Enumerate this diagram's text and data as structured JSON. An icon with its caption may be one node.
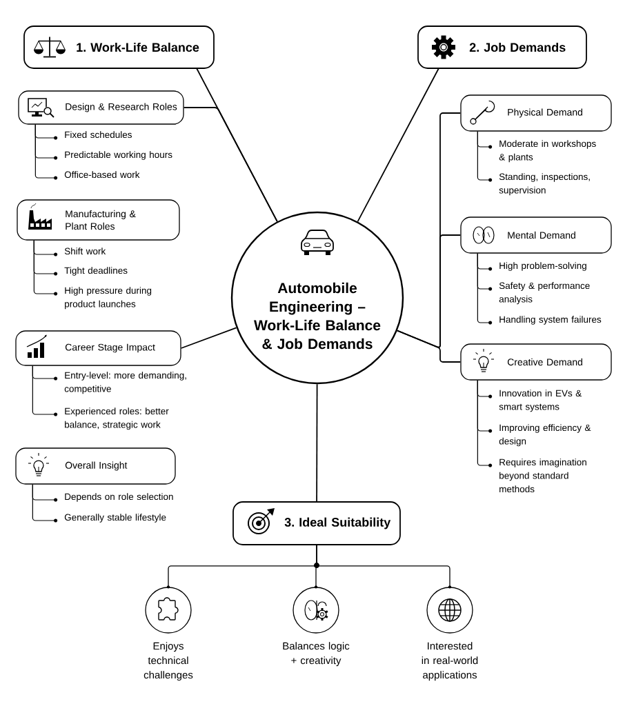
{
  "diagram": {
    "nodes": [
      {
        "text": [
          "1. Work-Life Balance"
        ]
      },
      {
        "text": [
          "2. Job Demands"
        ]
      },
      {
        "text": [
          "Design & Research Roles"
        ]
      },
      {
        "text": [
          "Fixed schedules"
        ]
      },
      {
        "text": [
          "Predictable working hours"
        ]
      },
      {
        "text": [
          "Office-based work"
        ]
      },
      {
        "text": [
          "Manufacturing & Plant Roles"
        ]
      },
      {
        "text": [
          "Shift work"
        ]
      },
      {
        "text": [
          "Tight deadlines"
        ]
      },
      {
        "text": [
          "High pressure during product launches"
        ]
      },
      {
        "text": [
          "Career Stage Impact"
        ]
      },
      {
        "text": [
          "Entry-level: more demanding, competitive"
        ]
      },
      {
        "text": [
          "Experienced roles: better balance, strategic work"
        ]
      },
      {
        "text": [
          "Overall Insight"
        ]
      },
      {
        "text": [
          "Depends on role selection"
        ]
      },
      {
        "text": [
          "Generally stable lifestyle"
        ]
      },
      {
        "text": [
          "Physical Demand"
        ]
      },
      {
        "text": [
          "Moderate in workshops & plants"
        ]
      },
      {
        "text": [
          "Standing, inspections, supervision"
        ]
      },
      {
        "text": [
          "Mental Demand"
        ]
      },
      {
        "text": [
          "High problem-solving"
        ]
      },
      {
        "text": [
          "Safety & performance analysis"
        ]
      },
      {
        "text": [
          "Handling system failures"
        ]
      },
      {
        "text": [
          "Creative Demand"
        ]
      },
      {
        "text": [
          "Innovation in EVs & smart systems"
        ]
      },
      {
        "text": [
          "Improving efficiency & design"
        ]
      },
      {
        "text": [
          "Requires imagination beyond standard methods"
        ]
      },
      {
        "text": [
          "Automobile Engineering – Work-Life Balance & Job Demands"
        ]
      },
      {
        "text": [
          "3. Ideal Suitability"
        ]
      },
      {
        "text": [
          "Enjoys technical challenges"
        ]
      },
      {
        "text": [
          "Balances logic + creativity"
        ]
      },
      {
        "text": [
          "Interested in real-world applications"
        ]
      }
    ],
    "edges": [
      {
        "from": 0,
        "to": 27,
        "arrow": "none"
      },
      {
        "from": 2,
        "to": 27,
        "arrow": "none"
      },
      {
        "from": 10,
        "to": 27,
        "arrow": "none"
      },
      {
        "from": 1,
        "to": 27,
        "arrow": "none"
      },
      {
        "from": 27,
        "to": 16,
        "arrow": "none"
      },
      {
        "from": 27,
        "to": 19,
        "arrow": "none"
      },
      {
        "from": 27,
        "to": 23,
        "arrow": "none"
      },
      {
        "from": 27,
        "to": 28,
        "arrow": "none"
      },
      {
        "from": 28,
        "to": 29,
        "arrow": "none"
      },
      {
        "from": 28,
        "to": 30,
        "arrow": "none"
      },
      {
        "from": 28,
        "to": 31,
        "arrow": "none"
      },
      {
        "from": 2,
        "to": 3,
        "arrow": "none"
      },
      {
        "from": 2,
        "to": 4,
        "arrow": "none"
      },
      {
        "from": 2,
        "to": 5,
        "arrow": "none"
      },
      {
        "from": 6,
        "to": 7,
        "arrow": "none"
      },
      {
        "from": 6,
        "to": 8,
        "arrow": "none"
      },
      {
        "from": 6,
        "to": 9,
        "arrow": "none"
      },
      {
        "from": 10,
        "to": 11,
        "arrow": "none"
      },
      {
        "from": 10,
        "to": 12,
        "arrow": "none"
      },
      {
        "from": 13,
        "to": 14,
        "arrow": "none"
      },
      {
        "from": 13,
        "to": 15,
        "arrow": "none"
      },
      {
        "from": 16,
        "to": 17,
        "arrow": "none"
      },
      {
        "from": 16,
        "to": 18,
        "arrow": "none"
      },
      {
        "from": 19,
        "to": 20,
        "arrow": "none"
      },
      {
        "from": 19,
        "to": 21,
        "arrow": "none"
      },
      {
        "from": 19,
        "to": 22,
        "arrow": "none"
      },
      {
        "from": 23,
        "to": 24,
        "arrow": "none"
      },
      {
        "from": 23,
        "to": 25,
        "arrow": "none"
      },
      {
        "from": 23,
        "to": 26,
        "arrow": "none"
      }
    ]
  }
}
